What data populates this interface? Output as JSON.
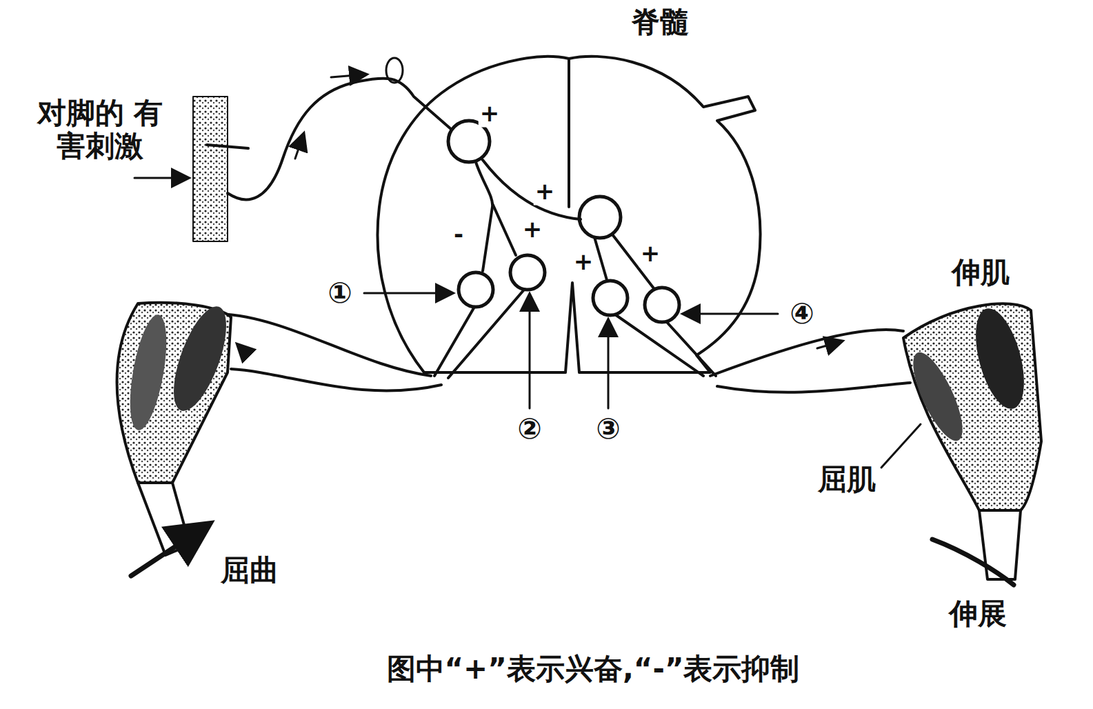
{
  "diagram": {
    "caption": "图中“+”表示兴奋,“-”表示抑制",
    "labels": [
      "对脚的 有害刺激",
      "脊髓",
      "+",
      "+",
      "-",
      "+",
      "+",
      "+",
      "①",
      "②",
      "③",
      "④",
      "伸肌",
      "屈肌",
      "屈曲",
      "伸展"
    ]
  }
}
